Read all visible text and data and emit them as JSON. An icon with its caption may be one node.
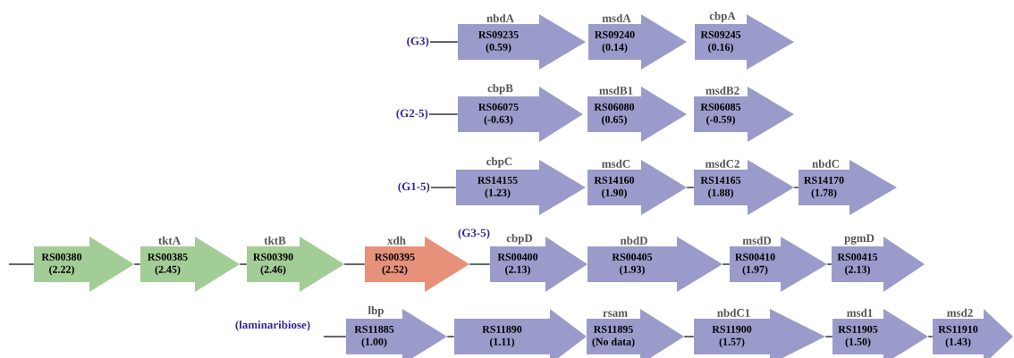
{
  "diagram": {
    "nodes": [
      {
        "text": [
          "(G3)"
        ]
      },
      {
        "text": [
          "nbdA",
          "RS09235",
          "(0.59)"
        ]
      },
      {
        "text": [
          "msdA",
          "RS09240",
          "(0.14)"
        ]
      },
      {
        "text": [
          "cbpA",
          "RS09245",
          "(0.16)"
        ]
      },
      {
        "text": [
          "(G2-5)"
        ]
      },
      {
        "text": [
          "cbpB",
          "RS06075",
          "(-0.63)"
        ]
      },
      {
        "text": [
          "msdB1",
          "RS06080",
          "(0.65)"
        ]
      },
      {
        "text": [
          "msdB2",
          "RS06085",
          "(-0.59)"
        ]
      },
      {
        "text": [
          "(G1-5)"
        ]
      },
      {
        "text": [
          "cbpC",
          "RS14155",
          "(1.23)"
        ]
      },
      {
        "text": [
          "msdC",
          "RS14160",
          "(1.90)"
        ]
      },
      {
        "text": [
          "msdC2",
          "RS14165",
          "(1.88)"
        ]
      },
      {
        "text": [
          "nbdC",
          "RS14170",
          "(1.78)"
        ]
      },
      {
        "text": [
          "RS00380",
          "(2.22)"
        ]
      },
      {
        "text": [
          "tktA",
          "RS00385",
          "(2.45)"
        ]
      },
      {
        "text": [
          "tktB",
          "RS00390",
          "(2.46)"
        ]
      },
      {
        "text": [
          "xdh",
          "RS00395",
          "(2.52)"
        ]
      },
      {
        "text": [
          "cbpD",
          "RS00400",
          "(2.13)"
        ]
      },
      {
        "text": [
          "nbdD",
          "RS00405",
          "(1.93)"
        ]
      },
      {
        "text": [
          "msdD",
          "RS00410",
          "(1.97)"
        ]
      },
      {
        "text": [
          "pgmD",
          "RS00415",
          "(2.13)"
        ]
      },
      {
        "text": [
          "lbp",
          "RS11885",
          "(1.00)"
        ]
      },
      {
        "text": [
          "RS11890",
          "(1.11)"
        ]
      },
      {
        "text": [
          "rsam",
          "RS11895",
          "(No data)"
        ]
      },
      {
        "text": [
          "nbdC1",
          "RS11900",
          "(1.57)"
        ]
      },
      {
        "text": [
          "msd1",
          "RS11905",
          "(1.50)"
        ]
      },
      {
        "text": [
          "msd2",
          "RS11910",
          "(1.43)"
        ]
      }
    ],
    "edges": [
      {
        "from": 0,
        "to": 1,
        "arrow": "none"
      },
      {
        "from": 4,
        "to": 5,
        "arrow": "none"
      },
      {
        "from": 8,
        "to": 9,
        "arrow": "none"
      },
      {
        "from": 10,
        "to": 11,
        "arrow": "none"
      },
      {
        "from": 11,
        "to": 12,
        "arrow": "none"
      },
      {
        "from": null,
        "to": 13,
        "arrow": "none"
      },
      {
        "from": 13,
        "to": 14,
        "arrow": "none"
      },
      {
        "from": 14,
        "to": 15,
        "arrow": "none"
      },
      {
        "from": 15,
        "to": 16,
        "arrow": "none"
      },
      {
        "from": 16,
        "to": 17,
        "arrow": "none"
      },
      {
        "from": 18,
        "to": 19,
        "arrow": "none"
      },
      {
        "from": 19,
        "to": 20,
        "arrow": "none"
      },
      {
        "from": null,
        "to": 21,
        "arrow": "none"
      },
      {
        "from": 21,
        "to": 22,
        "arrow": "none"
      },
      {
        "from": 23,
        "to": 24,
        "arrow": "none"
      },
      {
        "from": 24,
        "to": 25,
        "arrow": "none"
      },
      {
        "from": 25,
        "to": 26,
        "arrow": "none"
      }
    ],
    "labels": [
      "(G3-5)",
      "(laminaribiose)"
    ]
  }
}
